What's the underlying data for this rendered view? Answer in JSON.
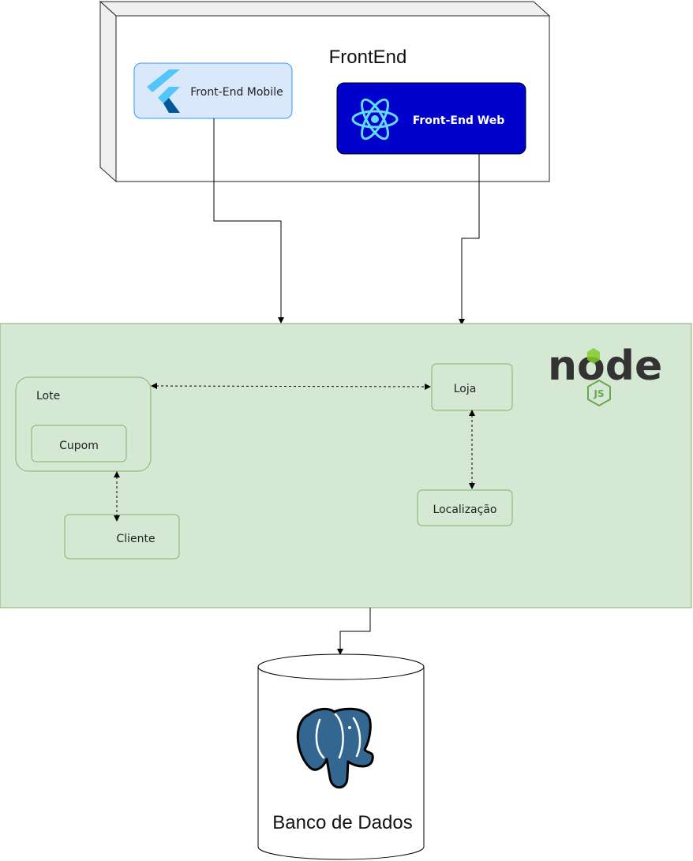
{
  "frontend": {
    "title": "FrontEnd",
    "mobile_label": "Front-End Mobile",
    "web_label": "Front-End Web",
    "mobile_icon": "flutter-icon",
    "web_icon": "react-icon"
  },
  "backend": {
    "logo_icon": "nodejs-logo",
    "logo_text": "node",
    "logo_badge": "JS",
    "entities": {
      "lote": "Lote",
      "cupom": "Cupom",
      "cliente": "Cliente",
      "loja": "Loja",
      "localizacao": "Localização"
    }
  },
  "database": {
    "label": "Banco de Dados",
    "icon": "postgresql-icon"
  },
  "colors": {
    "backend_fill": "#d5e8d4",
    "backend_stroke": "#82b366",
    "mobile_fill": "#dae8fc",
    "mobile_stroke": "#6c8ebf",
    "web_fill": "#0000cc",
    "react_cyan": "#61dafb",
    "flutter_light": "#54c5f8",
    "flutter_dark": "#01579b",
    "postgres_blue": "#336791",
    "node_dark": "#333333",
    "node_green": "#83cd29"
  }
}
